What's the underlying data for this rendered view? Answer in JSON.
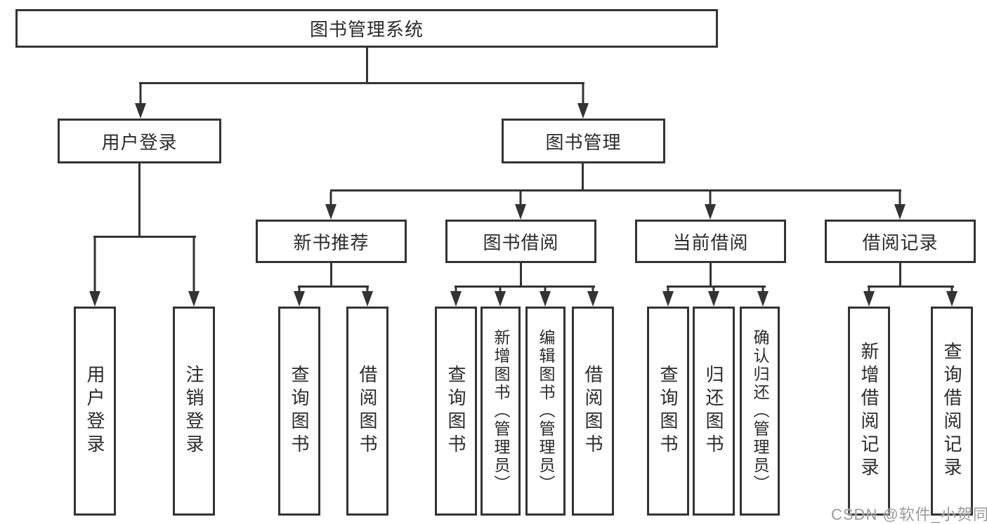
{
  "diagram_title": "图书管理系统",
  "tree": {
    "label": "图书管理系统",
    "children": [
      {
        "label": "用户登录",
        "children": [
          {
            "label": "用户登录"
          },
          {
            "label": "注销登录"
          }
        ]
      },
      {
        "label": "图书管理",
        "children": [
          {
            "label": "新书推荐",
            "children": [
              {
                "label": "查询图书"
              },
              {
                "label": "借阅图书"
              }
            ]
          },
          {
            "label": "图书借阅",
            "children": [
              {
                "label": "查询图书"
              },
              {
                "label": "新增图书（管理员）"
              },
              {
                "label": "编辑图书（管理员）"
              },
              {
                "label": "借阅图书"
              }
            ]
          },
          {
            "label": "当前借阅",
            "children": [
              {
                "label": "查询图书"
              },
              {
                "label": "归还图书"
              },
              {
                "label": "确认归还（管理员）"
              }
            ]
          },
          {
            "label": "借阅记录",
            "children": [
              {
                "label": "新增借阅记录"
              },
              {
                "label": "查询借阅记录"
              }
            ]
          }
        ]
      }
    ]
  },
  "watermark": {
    "text": "CSDN @软件_小贺同学"
  },
  "colors": {
    "line": "#333333",
    "text": "#2b2b2b",
    "watermark": "#9b9b9b",
    "background": "#ffffff"
  }
}
